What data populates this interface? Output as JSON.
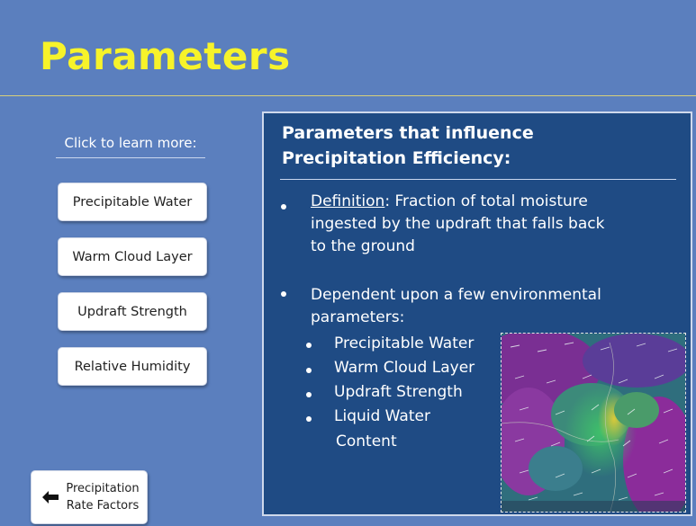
{
  "header": {
    "title": "Parameters"
  },
  "sidebar": {
    "prompt": "Click to learn more:",
    "buttons": [
      "Precipitable Water",
      "Warm Cloud Layer",
      "Updraft Strength",
      "Relative Humidity"
    ]
  },
  "back_button": {
    "line1": "Precipitation",
    "line2": "Rate Factors",
    "icon": "arrow-left-icon"
  },
  "panel": {
    "title_line1": "Parameters that influence",
    "title_line2": "Precipitation Efficiency:",
    "definition_term": "Definition",
    "definition_line1": ": Fraction of total moisture",
    "definition_line2": "ingested by the updraft that falls back",
    "definition_line3": "to the ground",
    "dependent_line1": "Dependent upon a few environmental",
    "dependent_line2": "parameters:",
    "sub_items": [
      "Precipitable Water",
      "Warm Cloud Layer",
      "Updraft Strength",
      "Liquid Water"
    ],
    "sub_item_continuation": "Content"
  },
  "colors": {
    "background": "#5b7fbe",
    "title": "#f7f32a",
    "panel": "#1f4b84"
  }
}
